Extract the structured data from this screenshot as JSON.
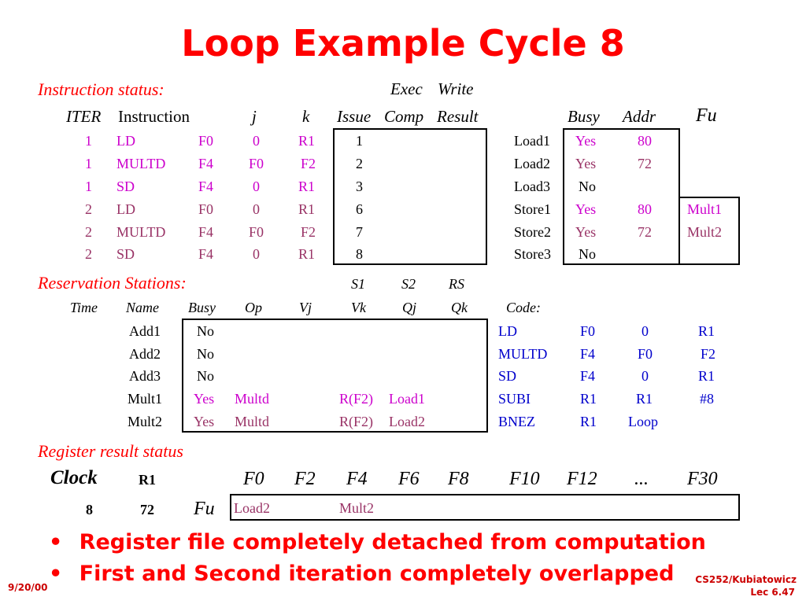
{
  "title": "Loop Example Cycle 8",
  "instruction_status": {
    "label": "Instruction status:",
    "super_headers": [
      "Exec",
      "Write"
    ],
    "headers": [
      "ITER",
      "Instruction",
      "j",
      "k",
      "Issue",
      "Comp",
      "Result"
    ],
    "rows": [
      {
        "iter": "1",
        "op": "LD",
        "dest": "F0",
        "j": "0",
        "k": "R1",
        "issue": "1"
      },
      {
        "iter": "1",
        "op": "MULTD",
        "dest": "F4",
        "j": "F0",
        "k": "F2",
        "issue": "2"
      },
      {
        "iter": "1",
        "op": "SD",
        "dest": "F4",
        "j": "0",
        "k": "R1",
        "issue": "3"
      },
      {
        "iter": "2",
        "op": "LD",
        "dest": "F0",
        "j": "0",
        "k": "R1",
        "issue": "6"
      },
      {
        "iter": "2",
        "op": "MULTD",
        "dest": "F4",
        "j": "F0",
        "k": "F2",
        "issue": "7"
      },
      {
        "iter": "2",
        "op": "SD",
        "dest": "F4",
        "j": "0",
        "k": "R1",
        "issue": "8"
      }
    ]
  },
  "buffers": {
    "headers": [
      "Busy",
      "Addr",
      "Fu"
    ],
    "rows": [
      {
        "name": "Load1",
        "busy": "Yes",
        "addr": "80",
        "fu": ""
      },
      {
        "name": "Load2",
        "busy": "Yes",
        "addr": "72",
        "fu": ""
      },
      {
        "name": "Load3",
        "busy": "No",
        "addr": "",
        "fu": ""
      },
      {
        "name": "Store1",
        "busy": "Yes",
        "addr": "80",
        "fu": "Mult1"
      },
      {
        "name": "Store2",
        "busy": "Yes",
        "addr": "72",
        "fu": "Mult2"
      },
      {
        "name": "Store3",
        "busy": "No",
        "addr": "",
        "fu": ""
      }
    ]
  },
  "reservation_stations": {
    "label": "Reservation Stations:",
    "super_headers": [
      "S1",
      "S2",
      "RS"
    ],
    "headers": [
      "Time",
      "Name",
      "Busy",
      "Op",
      "Vj",
      "Vk",
      "Qj",
      "Qk"
    ],
    "rows": [
      {
        "name": "Add1",
        "busy": "No",
        "op": "",
        "vk": "",
        "qj": ""
      },
      {
        "name": "Add2",
        "busy": "No",
        "op": "",
        "vk": "",
        "qj": ""
      },
      {
        "name": "Add3",
        "busy": "No",
        "op": "",
        "vk": "",
        "qj": ""
      },
      {
        "name": "Mult1",
        "busy": "Yes",
        "op": "Multd",
        "vk": "R(F2)",
        "qj": "Load1"
      },
      {
        "name": "Mult2",
        "busy": "Yes",
        "op": "Multd",
        "vk": "R(F2)",
        "qj": "Load2"
      }
    ]
  },
  "code": {
    "label": "Code:",
    "rows": [
      [
        "LD",
        "F0",
        "0",
        "R1"
      ],
      [
        "MULTD",
        "F4",
        "F0",
        "F2"
      ],
      [
        "SD",
        "F4",
        "0",
        "R1"
      ],
      [
        "SUBI",
        "R1",
        "R1",
        "#8"
      ],
      [
        "BNEZ",
        "R1",
        "Loop",
        ""
      ]
    ]
  },
  "register_status": {
    "label": "Register result status",
    "clock_label": "Clock",
    "r1_label": "R1",
    "clock": "8",
    "r1": "72",
    "fu_label": "Fu",
    "registers": [
      "F0",
      "F2",
      "F4",
      "F6",
      "F8",
      "F10",
      "F12",
      "...",
      "F30"
    ],
    "fu": [
      "Load2",
      "",
      "Mult2",
      "",
      "",
      "",
      "",
      "",
      ""
    ]
  },
  "bullets": [
    "Register file completely detached from computation",
    "First and Second iteration completely overlapped"
  ],
  "footer": {
    "date": "9/20/00",
    "course": "CS252/Kubiatowicz",
    "lecture": "Lec 6.47"
  },
  "colors": {
    "title": "#ff0000",
    "data": "#cc00cc",
    "code": "#0000cc"
  }
}
